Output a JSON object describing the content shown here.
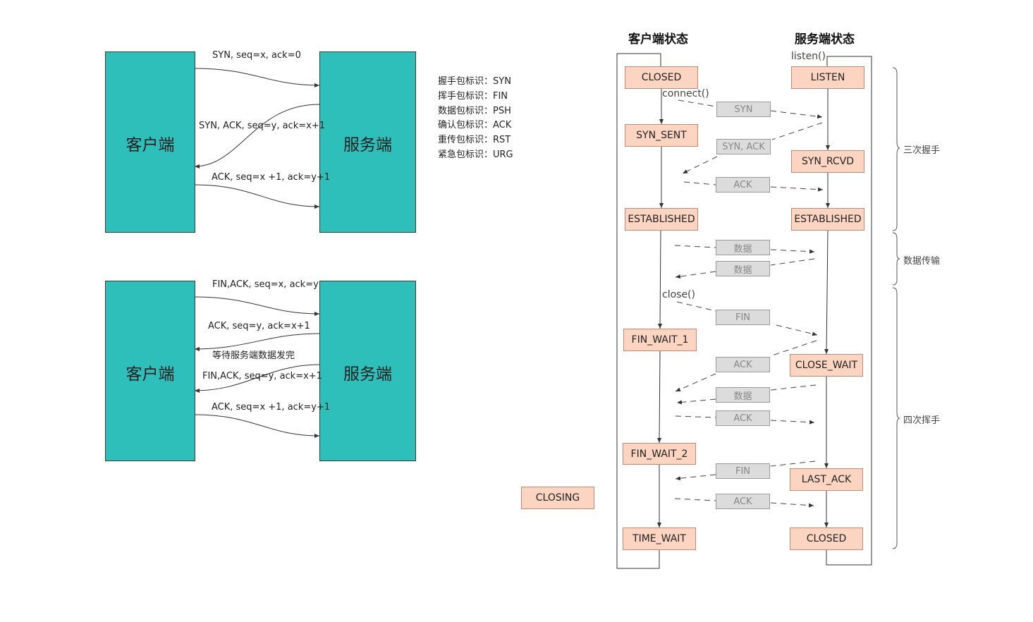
{
  "left_top": {
    "client_label": "客户端",
    "server_label": "服务端",
    "arrow1": "SYN, seq=x, ack=0",
    "arrow2": "SYN, ACK,  seq=y, ack=x+1",
    "arrow3": "ACK, seq=x +1, ack=y+1"
  },
  "left_bottom": {
    "client_label": "客户端",
    "server_label": "服务端",
    "arrow1": "FIN,ACK, seq=x, ack=y",
    "arrow2": "ACK,  seq=y, ack=x+1",
    "wait_note": "等待服务端数据发完",
    "arrow3": "FIN,ACK, seq=y, ack=x+1",
    "arrow4": "ACK, seq=x +1, ack=y+1"
  },
  "legend": [
    "握手包标识：SYN",
    "挥手包标识：FIN",
    "数据包标识：PSH",
    "确认包标识：ACK",
    "重传包标识：RST",
    "紧急包标识：URG"
  ],
  "right": {
    "client_header": "客户端状态",
    "server_header": "服务端状态",
    "listen_call": "listen()",
    "connect_call": "connect()",
    "close_call": "close()",
    "client_states": [
      "CLOSED",
      "SYN_SENT",
      "ESTABLISHED",
      "FIN_WAIT_1",
      "FIN_WAIT_2",
      "TIME_WAIT"
    ],
    "server_states": [
      "LISTEN",
      "SYN_RCVD",
      "ESTABLISHED",
      "CLOSE_WAIT",
      "LAST_ACK",
      "CLOSED"
    ],
    "closing_state": "CLOSING",
    "packets": [
      "SYN",
      "SYN, ACK",
      "ACK",
      "数据",
      "数据",
      "FIN",
      "ACK",
      "数据",
      "ACK",
      "FIN",
      "ACK"
    ],
    "phases": [
      "三次握手",
      "数据传输",
      "四次挥手"
    ]
  },
  "colors": {
    "teal": "#2ebfba",
    "state_fill": "#fbd5c2",
    "packet_fill": "#dcdcdc"
  }
}
